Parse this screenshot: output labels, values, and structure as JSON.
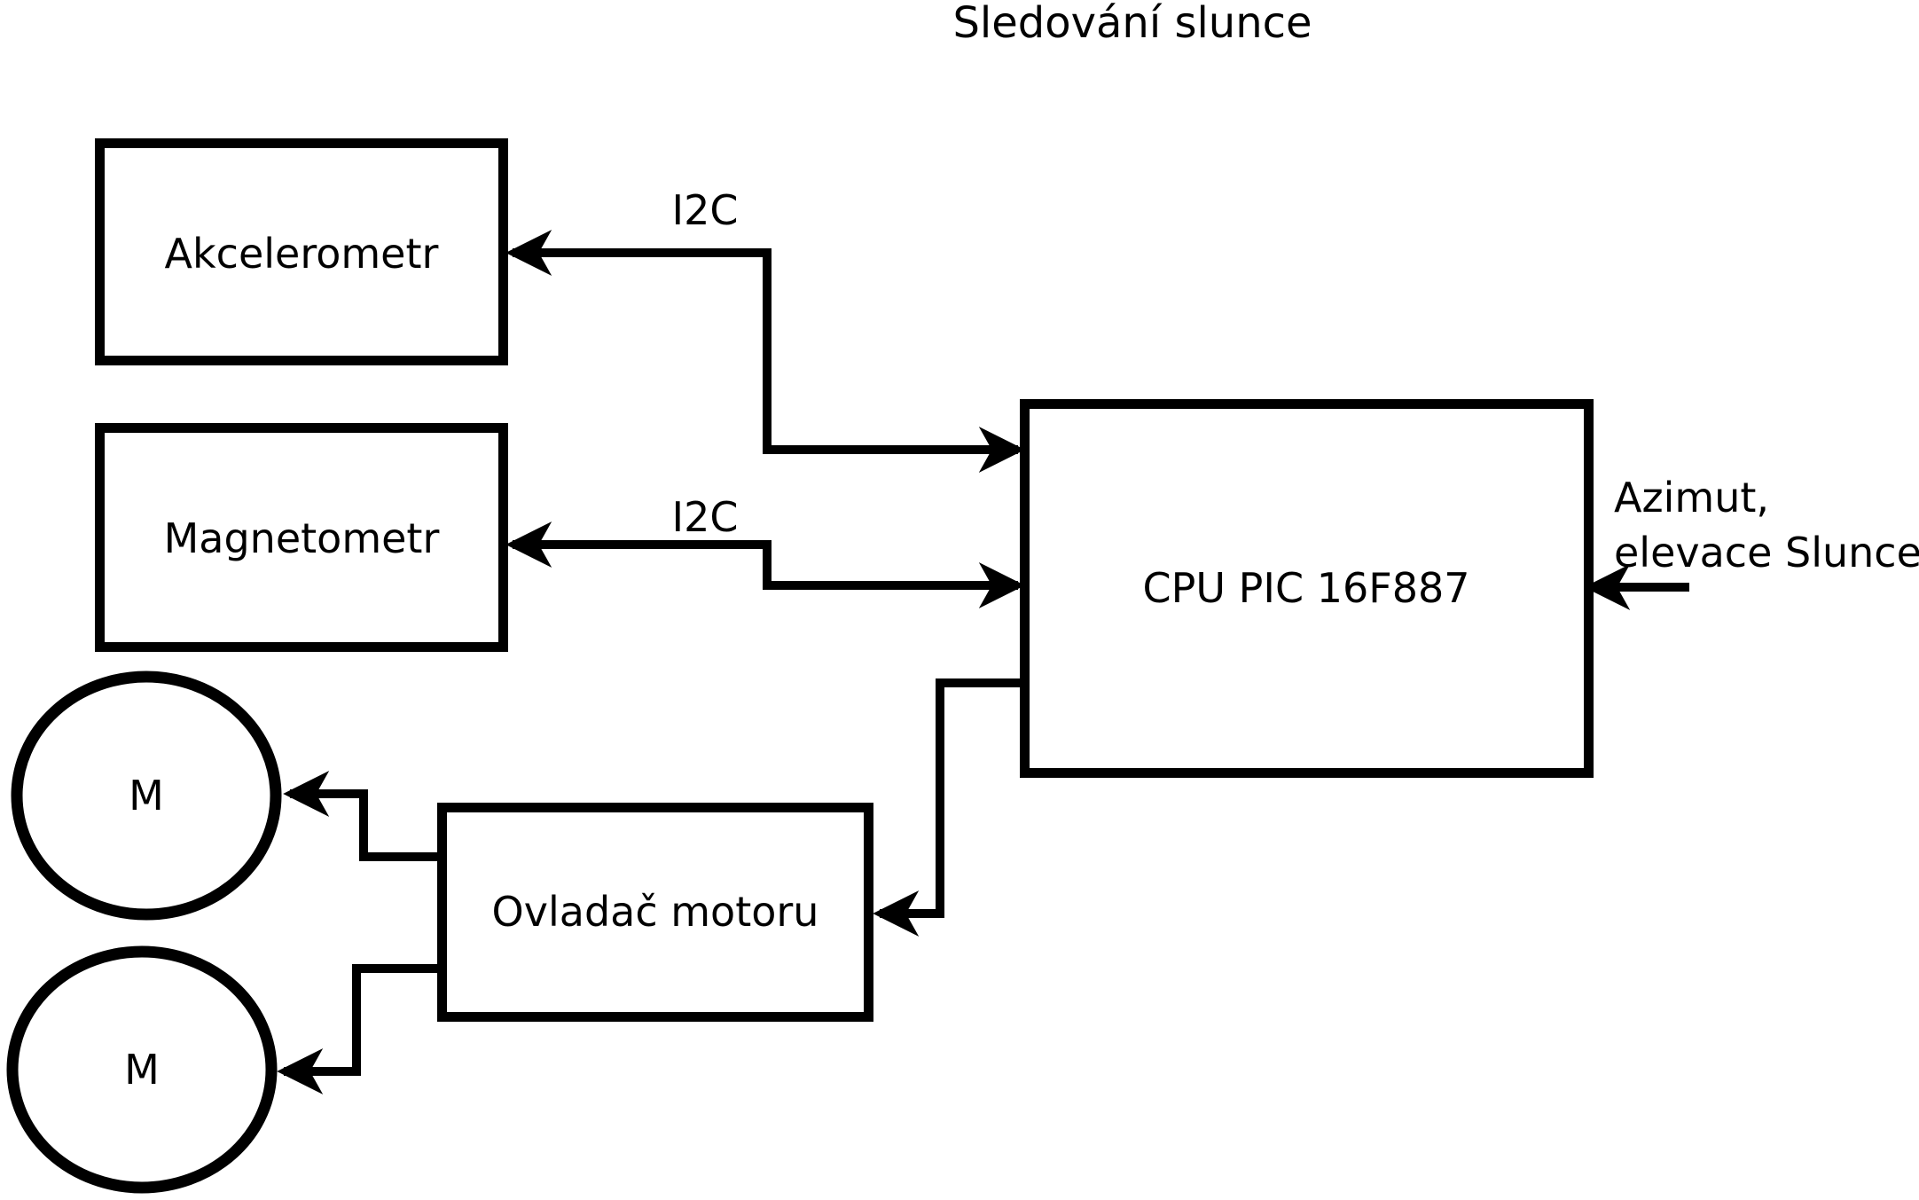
{
  "diagram": {
    "title": "Sledování slunce",
    "colors": {
      "background": "#ffffff",
      "stroke": "#000000"
    },
    "nodes": {
      "akcelerometr": {
        "label": "Akcelerometr",
        "shape": "rect"
      },
      "magnetometr": {
        "label": "Magnetometr",
        "shape": "rect"
      },
      "cpu": {
        "label": "CPU PIC 16F887",
        "shape": "rect"
      },
      "motor_driver": {
        "label": "Ovladač motoru",
        "shape": "rect"
      },
      "motor1": {
        "label": "M",
        "shape": "ellipse"
      },
      "motor2": {
        "label": "M",
        "shape": "ellipse"
      }
    },
    "edges": {
      "i2c_akcelerometr": {
        "label": "I2C",
        "from": "cpu",
        "to": "akcelerometr",
        "bidirectional": true
      },
      "i2c_magnetometr": {
        "label": "I2C",
        "from": "cpu",
        "to": "magnetometr",
        "bidirectional": true
      },
      "cpu_to_motor_driver": {
        "label": "",
        "from": "cpu",
        "to": "motor_driver",
        "bidirectional": false
      },
      "motor_driver_to_motor1": {
        "label": "",
        "from": "motor_driver",
        "to": "motor1",
        "bidirectional": false
      },
      "motor_driver_to_motor2": {
        "label": "",
        "from": "motor_driver",
        "to": "motor2",
        "bidirectional": false
      },
      "azimut_input": {
        "label": "",
        "to": "cpu",
        "bidirectional": false
      }
    },
    "annotations": {
      "azimut_line1": "Azimut,",
      "azimut_line2": "elevace Slunce"
    }
  }
}
